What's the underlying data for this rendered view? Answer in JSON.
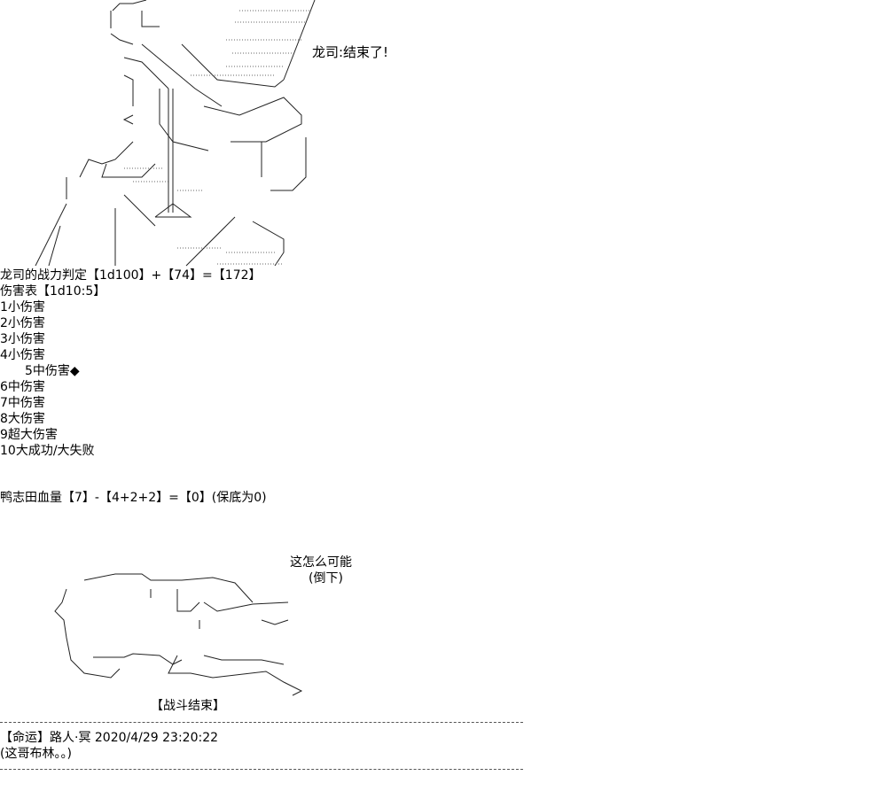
{
  "top_art": {
    "speech": "龙司:结束了!"
  },
  "roll": {
    "power_check": "龙司的战力判定【1d100】+【74】=【172】",
    "damage_table_title": "伤害表【1d10:5】",
    "damage_table": [
      "1小伤害",
      "2小伤害",
      "3小伤害",
      "4小伤害",
      "5中伤害◆",
      "6中伤害",
      "7中伤害",
      "8大伤害",
      "9超大伤害",
      "10大成功/大失败"
    ],
    "selected_index": 4,
    "hp_line": "鸭志田血量【7】-【4+2+2】=【0】(保底为0)"
  },
  "bottom_art": {
    "speech": "这怎么可能",
    "action": "(倒下)",
    "caption": "【战斗结束】"
  },
  "comment": {
    "header": "【命运】路人·冥 2020/4/29 23:20:22",
    "body": "(这哥布林。。)"
  }
}
